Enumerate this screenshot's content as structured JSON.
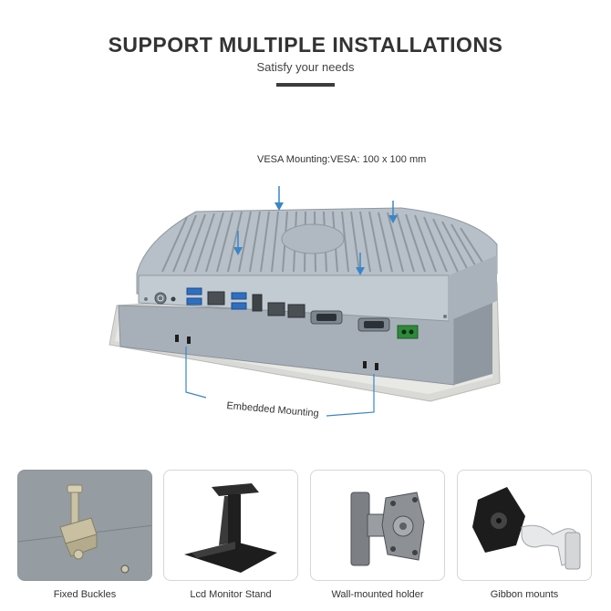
{
  "header": {
    "title": "SUPPORT MULTIPLE INSTALLATIONS",
    "subtitle": "Satisfy your needs"
  },
  "diagram": {
    "vesa_label": "VESA Mounting:VESA: 100 x 100 mm",
    "embedded_label": "Embedded Mounting"
  },
  "installations": [
    {
      "caption": "Fixed Buckles",
      "icon": "fixed-buckle-icon"
    },
    {
      "caption": "Lcd Monitor Stand",
      "icon": "monitor-stand-icon"
    },
    {
      "caption": "Wall-mounted holder",
      "icon": "wall-mount-icon"
    },
    {
      "caption": "Gibbon mounts",
      "icon": "gibbon-mount-icon"
    }
  ],
  "colors": {
    "accent_line": "#3c3c3c",
    "arrow_blue": "#3a86c8",
    "device_gray": "#9aa4ad"
  }
}
